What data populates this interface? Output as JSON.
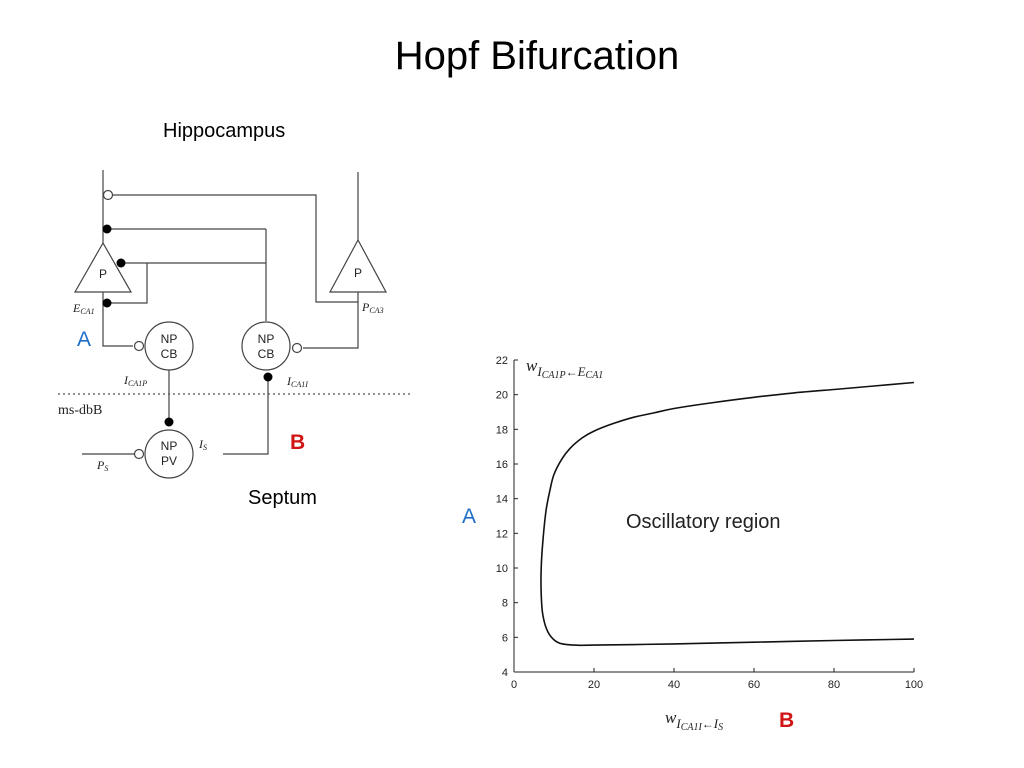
{
  "slide": {
    "title": "Hopf Bifurcation"
  },
  "labels": {
    "hippocampus": "Hippocampus",
    "septum": "Septum",
    "marker_a": "A",
    "marker_b": "B"
  },
  "circuit": {
    "region_label": "ms-dbB",
    "cells": {
      "p_left": "P",
      "p_right": "P",
      "np_cb_left": [
        "NP",
        "CB"
      ],
      "np_cb_right": [
        "NP",
        "CB"
      ],
      "np_pv": [
        "NP",
        "PV"
      ]
    },
    "currents": {
      "e_ca1": {
        "main": "E",
        "sub": "CA1"
      },
      "p_ca3": {
        "main": "P",
        "sub": "CA3"
      },
      "i_ca1p": {
        "main": "I",
        "sub": "CA1P"
      },
      "i_ca1i": {
        "main": "I",
        "sub": "CA1I"
      },
      "i_s": {
        "main": "I",
        "sub": "S"
      },
      "p_s": {
        "main": "P",
        "sub": "S"
      }
    }
  },
  "chart_data": {
    "type": "line",
    "xlim": [
      0,
      100
    ],
    "ylim": [
      4,
      22
    ],
    "x_ticks": [
      "0",
      "20",
      "40",
      "60",
      "80",
      "100"
    ],
    "y_ticks": [
      "4",
      "6",
      "8",
      "10",
      "12",
      "14",
      "16",
      "18",
      "20",
      "22"
    ],
    "ylabel": {
      "w": "w",
      "sub": "I",
      "subsub": "CA1P",
      "arrow": "←",
      "E": "E",
      "Esub": "CA1"
    },
    "xlabel": {
      "w": "w",
      "sub": "I",
      "subsub": "CA1I",
      "arrow": "←",
      "I": "I",
      "Isub": "S"
    },
    "annotation": "Oscillatory region",
    "boundary": [
      [
        100,
        20.7
      ],
      [
        90,
        20.5
      ],
      [
        80,
        20.3
      ],
      [
        70,
        20.1
      ],
      [
        60,
        19.85
      ],
      [
        50,
        19.55
      ],
      [
        40,
        19.2
      ],
      [
        35,
        18.95
      ],
      [
        30,
        18.7
      ],
      [
        25,
        18.35
      ],
      [
        20,
        17.9
      ],
      [
        17,
        17.5
      ],
      [
        14,
        16.9
      ],
      [
        12,
        16.3
      ],
      [
        10,
        15.4
      ],
      [
        9,
        14.5
      ],
      [
        8,
        13.3
      ],
      [
        7.2,
        11.5
      ],
      [
        6.8,
        10
      ],
      [
        6.8,
        8.5
      ],
      [
        7.2,
        7.3
      ],
      [
        8.5,
        6.3
      ],
      [
        11,
        5.7
      ],
      [
        15,
        5.55
      ],
      [
        20,
        5.55
      ],
      [
        40,
        5.62
      ],
      [
        60,
        5.72
      ],
      [
        80,
        5.82
      ],
      [
        100,
        5.9
      ]
    ]
  }
}
